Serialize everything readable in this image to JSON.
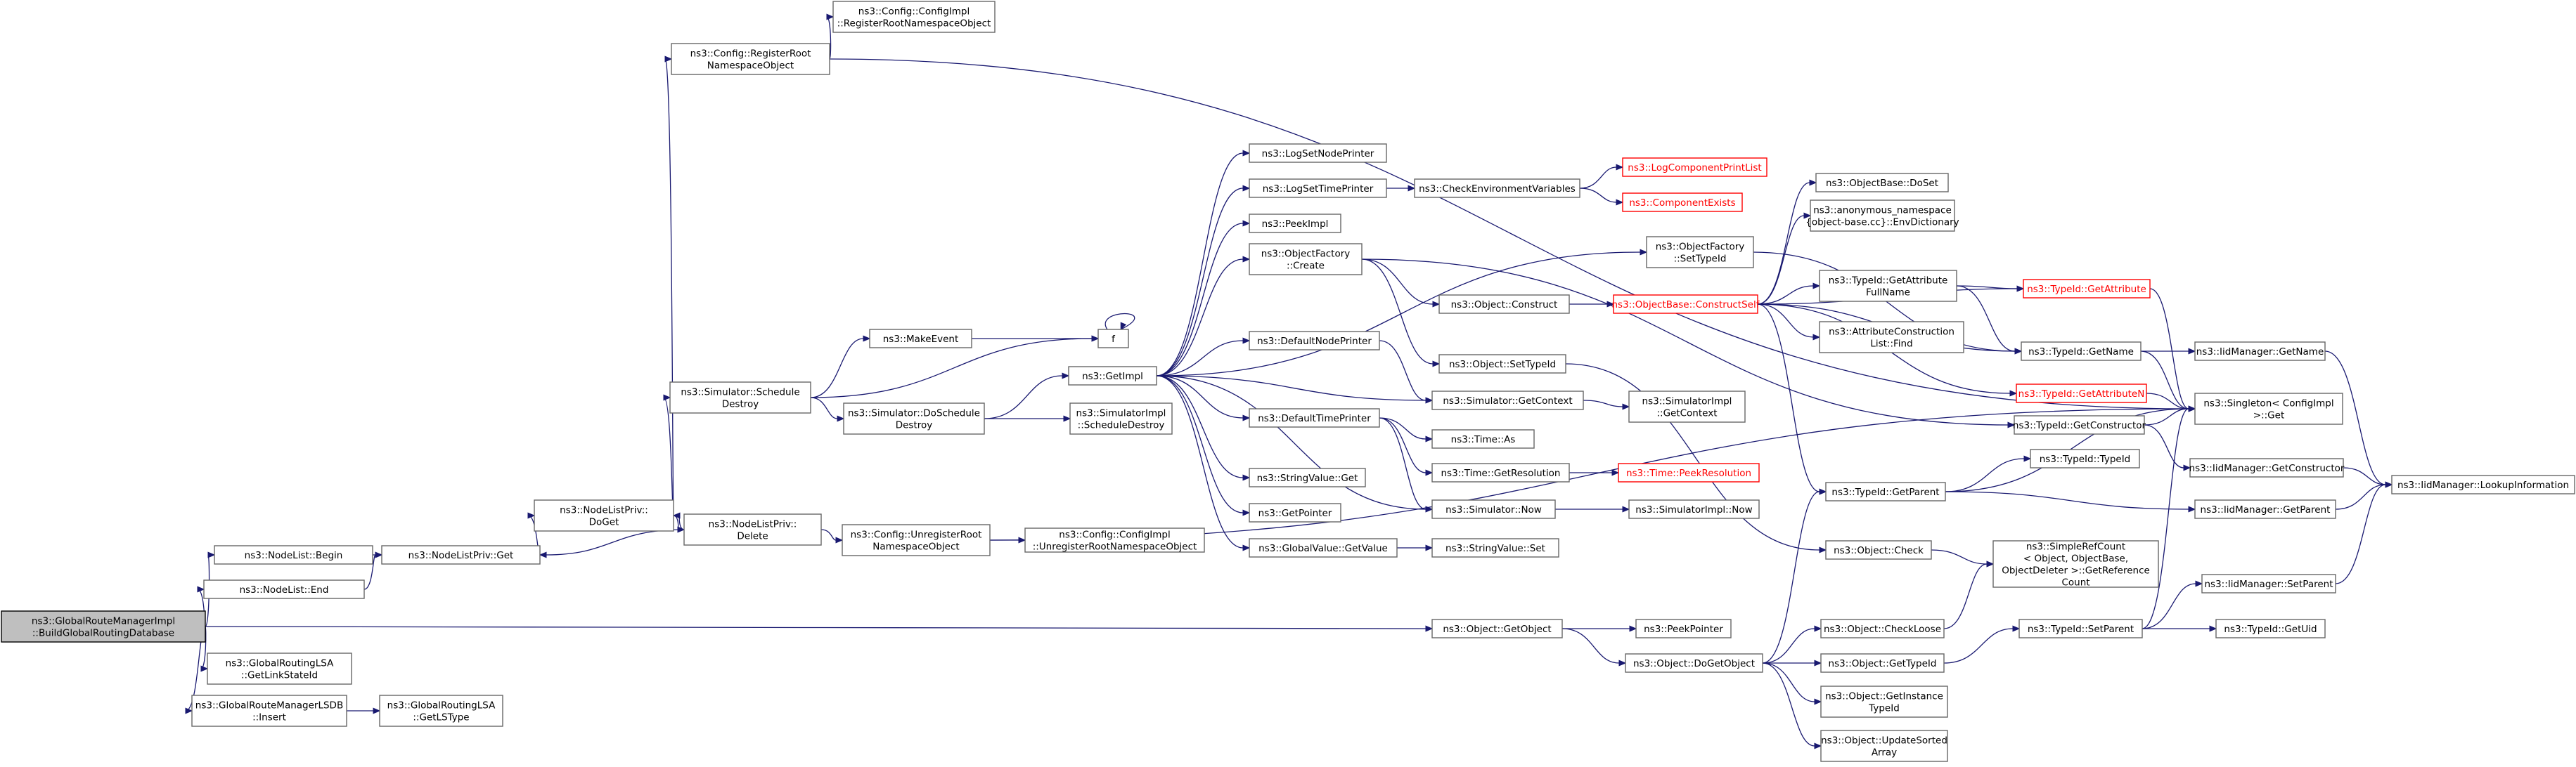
{
  "colors": {
    "edge": "#191970",
    "node_border": "#666666",
    "root_fill": "#bfbfbf",
    "missing_border": "#ff0000",
    "text": "#000000"
  },
  "nodes": [
    {
      "id": "root",
      "lines": [
        "ns3::GlobalRouteManagerImpl",
        "::BuildGlobalRoutingDatabase"
      ],
      "style": "root"
    },
    {
      "id": "nl_begin",
      "lines": [
        "ns3::NodeList::Begin"
      ]
    },
    {
      "id": "nl_end",
      "lines": [
        "ns3::NodeList::End"
      ]
    },
    {
      "id": "nlp_get",
      "lines": [
        "ns3::NodeListPriv::Get"
      ]
    },
    {
      "id": "nlp_doget",
      "lines": [
        "ns3::NodeListPriv::",
        "DoGet"
      ]
    },
    {
      "id": "nlp_delete",
      "lines": [
        "ns3::NodeListPriv::",
        "Delete"
      ]
    },
    {
      "id": "cfg_reg",
      "lines": [
        "ns3::Config::RegisterRoot",
        "NamespaceObject"
      ]
    },
    {
      "id": "cfgimpl_reg",
      "lines": [
        "ns3::Config::ConfigImpl",
        "::RegisterRootNamespaceObject"
      ]
    },
    {
      "id": "cfg_unreg",
      "lines": [
        "ns3::Config::UnregisterRoot",
        "NamespaceObject"
      ]
    },
    {
      "id": "cfgimpl_unreg",
      "lines": [
        "ns3::Config::ConfigImpl",
        "::UnregisterRootNamespaceObject"
      ]
    },
    {
      "id": "sim_sched_destroy",
      "lines": [
        "ns3::Simulator::Schedule",
        "Destroy"
      ]
    },
    {
      "id": "make_event",
      "lines": [
        "ns3::MakeEvent"
      ]
    },
    {
      "id": "f",
      "lines": [
        "f"
      ]
    },
    {
      "id": "sim_do_sched",
      "lines": [
        "ns3::Simulator::DoSchedule",
        "Destroy"
      ]
    },
    {
      "id": "get_impl",
      "lines": [
        "ns3::GetImpl"
      ]
    },
    {
      "id": "simimpl_sched",
      "lines": [
        "ns3::SimulatorImpl",
        "::ScheduleDestroy"
      ]
    },
    {
      "id": "log_node",
      "lines": [
        "ns3::LogSetNodePrinter"
      ]
    },
    {
      "id": "log_time",
      "lines": [
        "ns3::LogSetTimePrinter"
      ]
    },
    {
      "id": "check_env",
      "lines": [
        "ns3::CheckEnvironmentVariables"
      ]
    },
    {
      "id": "log_comp_list",
      "lines": [
        "ns3::LogComponentPrintList"
      ],
      "style": "red"
    },
    {
      "id": "comp_exists",
      "lines": [
        "ns3::ComponentExists"
      ],
      "style": "red"
    },
    {
      "id": "peek_impl",
      "lines": [
        "ns3::PeekImpl"
      ]
    },
    {
      "id": "of_create",
      "lines": [
        "ns3::ObjectFactory",
        "::Create"
      ]
    },
    {
      "id": "obj_construct",
      "lines": [
        "ns3::Object::Construct"
      ]
    },
    {
      "id": "obj_set_typeid",
      "lines": [
        "ns3::Object::SetTypeId"
      ]
    },
    {
      "id": "def_node",
      "lines": [
        "ns3::DefaultNodePrinter"
      ]
    },
    {
      "id": "sim_get_ctx",
      "lines": [
        "ns3::Simulator::GetContext"
      ]
    },
    {
      "id": "simimpl_ctx",
      "lines": [
        "ns3::SimulatorImpl",
        "::GetContext"
      ]
    },
    {
      "id": "def_time",
      "lines": [
        "ns3::DefaultTimePrinter"
      ]
    },
    {
      "id": "time_as",
      "lines": [
        "ns3::Time::As"
      ]
    },
    {
      "id": "time_res",
      "lines": [
        "ns3::Time::GetResolution"
      ]
    },
    {
      "id": "time_peek",
      "lines": [
        "ns3::Time::PeekResolution"
      ],
      "style": "red"
    },
    {
      "id": "sim_now",
      "lines": [
        "ns3::Simulator::Now"
      ]
    },
    {
      "id": "simimpl_now",
      "lines": [
        "ns3::SimulatorImpl::Now"
      ]
    },
    {
      "id": "sv_get",
      "lines": [
        "ns3::StringValue::Get"
      ]
    },
    {
      "id": "get_ptr",
      "lines": [
        "ns3::GetPointer"
      ]
    },
    {
      "id": "gv_get",
      "lines": [
        "ns3::GlobalValue::GetValue"
      ]
    },
    {
      "id": "sv_set",
      "lines": [
        "ns3::StringValue::Set"
      ]
    },
    {
      "id": "of_settypeid",
      "lines": [
        "ns3::ObjectFactory",
        "::SetTypeId"
      ]
    },
    {
      "id": "ob_doset",
      "lines": [
        "ns3::ObjectBase::DoSet"
      ]
    },
    {
      "id": "anon_env",
      "lines": [
        "ns3::anonymous_namespace",
        "{object-base.cc}::EnvDictionary"
      ]
    },
    {
      "id": "ob_cs",
      "lines": [
        "ns3::ObjectBase::ConstructSelf"
      ],
      "style": "red"
    },
    {
      "id": "tid_attr_full",
      "lines": [
        "ns3::TypeId::GetAttribute",
        "FullName"
      ]
    },
    {
      "id": "tid_get_attr",
      "lines": [
        "ns3::TypeId::GetAttribute"
      ],
      "style": "red"
    },
    {
      "id": "acl_find",
      "lines": [
        "ns3::AttributeConstruction",
        "List::Find"
      ]
    },
    {
      "id": "tid_get_name",
      "lines": [
        "ns3::TypeId::GetName"
      ]
    },
    {
      "id": "tid_attr_n",
      "lines": [
        "ns3::TypeId::GetAttributeN"
      ],
      "style": "red"
    },
    {
      "id": "tid_get_ctor",
      "lines": [
        "ns3::TypeId::GetConstructor"
      ]
    },
    {
      "id": "tid_get_parent",
      "lines": [
        "ns3::TypeId::GetParent"
      ]
    },
    {
      "id": "tid_typeid",
      "lines": [
        "ns3::TypeId::TypeId"
      ]
    },
    {
      "id": "obj_check",
      "lines": [
        "ns3::Object::Check"
      ]
    },
    {
      "id": "src_getref",
      "lines": [
        "ns3::SimpleRefCount",
        "< Object, ObjectBase,",
        "ObjectDeleter >::GetReference",
        "Count"
      ]
    },
    {
      "id": "obj_getobj",
      "lines": [
        "ns3::Object::GetObject"
      ]
    },
    {
      "id": "peek_ptr",
      "lines": [
        "ns3::PeekPointer"
      ]
    },
    {
      "id": "obj_dogetobj",
      "lines": [
        "ns3::Object::DoGetObject"
      ]
    },
    {
      "id": "obj_checkloose",
      "lines": [
        "ns3::Object::CheckLoose"
      ]
    },
    {
      "id": "obj_gettypeid",
      "lines": [
        "ns3::Object::GetTypeId"
      ]
    },
    {
      "id": "tid_setparent",
      "lines": [
        "ns3::TypeId::SetParent"
      ]
    },
    {
      "id": "tid_getuid",
      "lines": [
        "ns3::TypeId::GetUid"
      ]
    },
    {
      "id": "obj_getinst",
      "lines": [
        "ns3::Object::GetInstance",
        "TypeId"
      ]
    },
    {
      "id": "obj_update",
      "lines": [
        "ns3::Object::UpdateSorted",
        "Array"
      ]
    },
    {
      "id": "idm_getname",
      "lines": [
        "ns3::IidManager::GetName"
      ]
    },
    {
      "id": "singleton_get",
      "lines": [
        "ns3::Singleton< ConfigImpl",
        ">::Get"
      ]
    },
    {
      "id": "idm_getctor",
      "lines": [
        "ns3::IidManager::GetConstructor"
      ]
    },
    {
      "id": "idm_lookup",
      "lines": [
        "ns3::IidManager::LookupInformation"
      ]
    },
    {
      "id": "idm_getparent",
      "lines": [
        "ns3::IidManager::GetParent"
      ]
    },
    {
      "id": "idm_setparent",
      "lines": [
        "ns3::IidManager::SetParent"
      ]
    },
    {
      "id": "grlsa_linkstate",
      "lines": [
        "ns3::GlobalRoutingLSA",
        "::GetLinkStateId"
      ]
    },
    {
      "id": "grmlsdb_insert",
      "lines": [
        "ns3::GlobalRouteManagerLSDB",
        "::Insert"
      ]
    },
    {
      "id": "grlsa_lstype",
      "lines": [
        "ns3::GlobalRoutingLSA",
        "::GetLSType"
      ]
    }
  ],
  "edges": [
    [
      "root",
      "nl_begin"
    ],
    [
      "root",
      "nl_end"
    ],
    [
      "root",
      "obj_getobj"
    ],
    [
      "root",
      "grlsa_linkstate"
    ],
    [
      "root",
      "grmlsdb_insert"
    ],
    [
      "nl_begin",
      "nlp_get"
    ],
    [
      "nl_end",
      "nlp_get"
    ],
    [
      "nlp_get",
      "nlp_doget"
    ],
    [
      "nlp_doget",
      "cfg_reg"
    ],
    [
      "nlp_doget",
      "sim_sched_destroy"
    ],
    [
      "nlp_doget",
      "nlp_delete"
    ],
    [
      "nlp_delete",
      "nlp_doget"
    ],
    [
      "nlp_delete",
      "nlp_get"
    ],
    [
      "nlp_delete",
      "cfg_unreg"
    ],
    [
      "cfg_reg",
      "cfgimpl_reg"
    ],
    [
      "cfg_reg",
      "singleton_get"
    ],
    [
      "cfg_unreg",
      "cfgimpl_unreg"
    ],
    [
      "cfg_unreg",
      "singleton_get"
    ],
    [
      "sim_sched_destroy",
      "make_event"
    ],
    [
      "sim_sched_destroy",
      "f"
    ],
    [
      "sim_sched_destroy",
      "sim_do_sched"
    ],
    [
      "make_event",
      "f"
    ],
    [
      "f",
      "f"
    ],
    [
      "sim_do_sched",
      "get_impl"
    ],
    [
      "sim_do_sched",
      "simimpl_sched"
    ],
    [
      "get_impl",
      "log_node"
    ],
    [
      "get_impl",
      "log_time"
    ],
    [
      "get_impl",
      "peek_impl"
    ],
    [
      "get_impl",
      "of_create"
    ],
    [
      "get_impl",
      "of_settypeid"
    ],
    [
      "get_impl",
      "def_node"
    ],
    [
      "get_impl",
      "sim_get_ctx"
    ],
    [
      "get_impl",
      "def_time"
    ],
    [
      "get_impl",
      "sim_now"
    ],
    [
      "get_impl",
      "sv_get"
    ],
    [
      "get_impl",
      "get_ptr"
    ],
    [
      "get_impl",
      "gv_get"
    ],
    [
      "log_time",
      "check_env"
    ],
    [
      "check_env",
      "log_comp_list"
    ],
    [
      "check_env",
      "comp_exists"
    ],
    [
      "of_create",
      "obj_construct"
    ],
    [
      "of_create",
      "obj_set_typeid"
    ],
    [
      "of_create",
      "tid_get_ctor"
    ],
    [
      "obj_construct",
      "ob_cs"
    ],
    [
      "obj_set_typeid",
      "obj_check"
    ],
    [
      "def_node",
      "sim_get_ctx"
    ],
    [
      "sim_get_ctx",
      "simimpl_ctx"
    ],
    [
      "def_time",
      "time_as"
    ],
    [
      "def_time",
      "time_res"
    ],
    [
      "def_time",
      "sim_now"
    ],
    [
      "time_res",
      "time_peek"
    ],
    [
      "sim_now",
      "simimpl_now"
    ],
    [
      "gv_get",
      "sv_set"
    ],
    [
      "of_settypeid",
      "tid_get_name"
    ],
    [
      "ob_cs",
      "ob_doset"
    ],
    [
      "ob_cs",
      "anon_env"
    ],
    [
      "ob_cs",
      "tid_attr_full"
    ],
    [
      "ob_cs",
      "tid_get_attr"
    ],
    [
      "ob_cs",
      "acl_find"
    ],
    [
      "ob_cs",
      "tid_get_name"
    ],
    [
      "ob_cs",
      "tid_attr_n"
    ],
    [
      "ob_cs",
      "tid_get_parent"
    ],
    [
      "tid_attr_full",
      "tid_get_attr"
    ],
    [
      "tid_attr_full",
      "tid_get_name"
    ],
    [
      "tid_get_attr",
      "singleton_get"
    ],
    [
      "tid_get_name",
      "idm_getname"
    ],
    [
      "tid_get_name",
      "singleton_get"
    ],
    [
      "tid_attr_n",
      "singleton_get"
    ],
    [
      "tid_get_ctor",
      "singleton_get"
    ],
    [
      "tid_get_ctor",
      "idm_getctor"
    ],
    [
      "tid_get_parent",
      "tid_typeid"
    ],
    [
      "tid_get_parent",
      "singleton_get"
    ],
    [
      "tid_get_parent",
      "idm_getparent"
    ],
    [
      "obj_check",
      "src_getref"
    ],
    [
      "obj_getobj",
      "peek_ptr"
    ],
    [
      "obj_getobj",
      "obj_dogetobj"
    ],
    [
      "obj_dogetobj",
      "tid_get_parent"
    ],
    [
      "obj_dogetobj",
      "obj_checkloose"
    ],
    [
      "obj_dogetobj",
      "obj_gettypeid"
    ],
    [
      "obj_dogetobj",
      "obj_getinst"
    ],
    [
      "obj_dogetobj",
      "obj_update"
    ],
    [
      "obj_checkloose",
      "src_getref"
    ],
    [
      "obj_gettypeid",
      "tid_setparent"
    ],
    [
      "tid_setparent",
      "tid_getuid"
    ],
    [
      "tid_setparent",
      "idm_setparent"
    ],
    [
      "tid_setparent",
      "singleton_get"
    ],
    [
      "idm_getname",
      "idm_lookup"
    ],
    [
      "idm_getctor",
      "idm_lookup"
    ],
    [
      "idm_getparent",
      "idm_lookup"
    ],
    [
      "idm_setparent",
      "idm_lookup"
    ],
    [
      "grmlsdb_insert",
      "grlsa_lstype"
    ]
  ]
}
